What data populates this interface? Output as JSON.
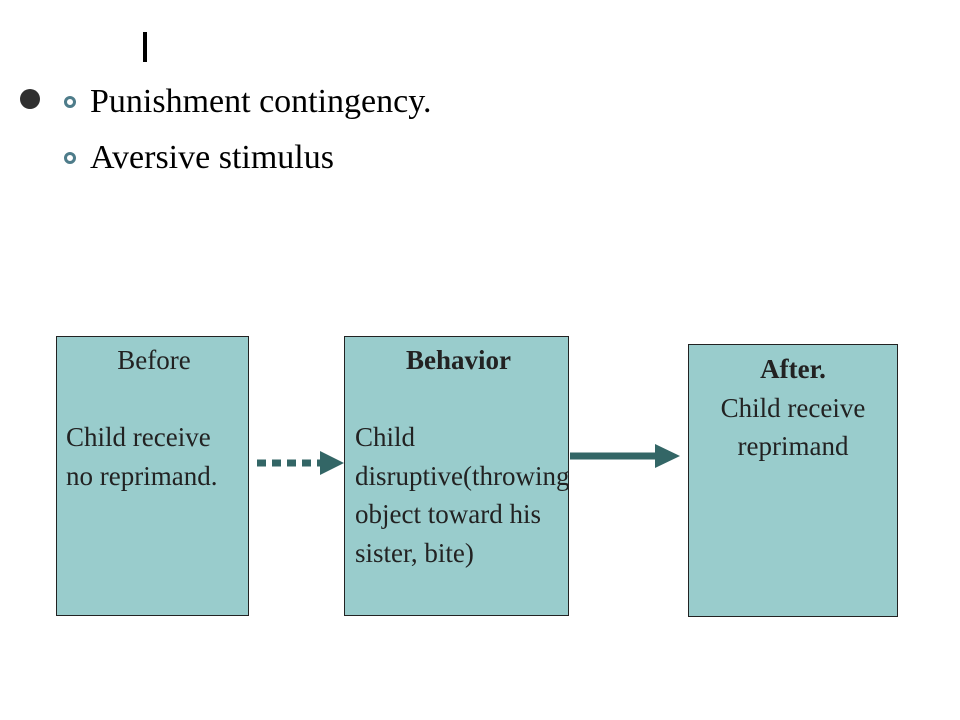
{
  "slide": {
    "bullets": [
      {
        "text": "Punishment contingency."
      },
      {
        "text": "Aversive stimulus"
      }
    ]
  },
  "diagram": {
    "boxes": [
      {
        "title": "Before",
        "text": "Child receive no reprimand."
      },
      {
        "title": "Behavior",
        "text": "Child disruptive(throwing object toward his sister, bite)"
      },
      {
        "title": "After.",
        "text": "Child receive reprimand"
      }
    ],
    "colors": {
      "box_fill": "#99cccc",
      "arrow": "#336666",
      "bullet_ring": "#4e7c8a"
    }
  }
}
